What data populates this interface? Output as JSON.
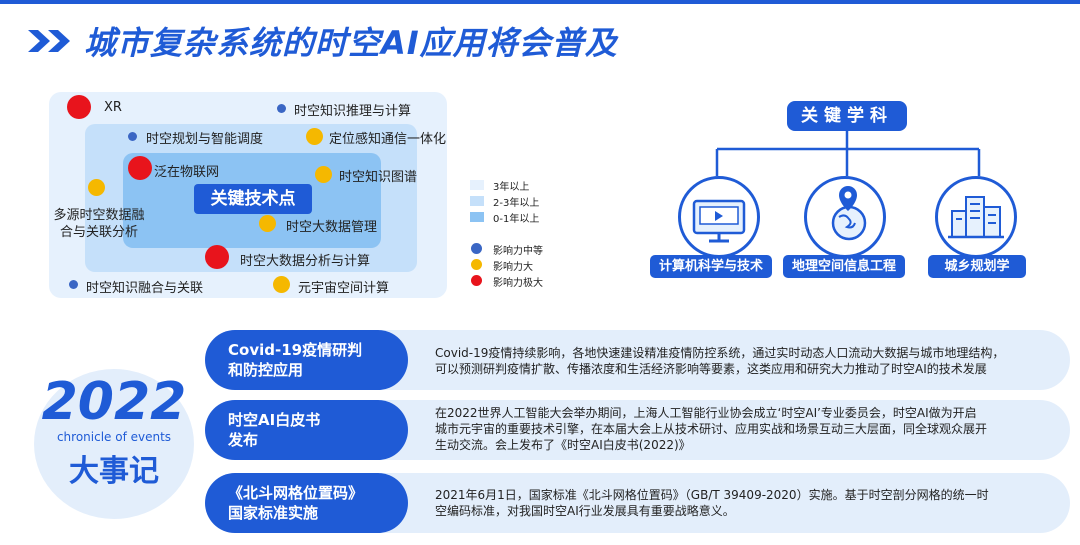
{
  "page_title": "城市复杂系统的时空AI应用将会普及",
  "tech": {
    "center": "关键技术点",
    "items": [
      {
        "label": "XR",
        "impact": "极大"
      },
      {
        "label": "时空知识推理与计算",
        "impact": "中等"
      },
      {
        "label": "时空规划与智能调度",
        "impact": "中等"
      },
      {
        "label": "定位感知通信一体化",
        "impact": "大"
      },
      {
        "label": "泛在物联网",
        "impact": "极大"
      },
      {
        "label": "时空知识图谱",
        "impact": "大"
      },
      {
        "label": "多源时空数据融合与关联分析",
        "impact": "大"
      },
      {
        "label": "时空大数据管理",
        "impact": "大"
      },
      {
        "label": "时空大数据分析与计算",
        "impact": "极大"
      },
      {
        "label": "时空知识融合与关联",
        "impact": "中等"
      },
      {
        "label": "元宇宙空间计算",
        "impact": "大"
      }
    ],
    "multiline_label": [
      "多源时空数据融",
      "合与关联分析"
    ]
  },
  "legend": {
    "rings": [
      {
        "label": "3年以上",
        "color": "#e6f1fd"
      },
      {
        "label": "2-3年以上",
        "color": "#c5e0fa"
      },
      {
        "label": "0-1年以上",
        "color": "#8cc3f3"
      }
    ],
    "impact": [
      {
        "label": "影响力中等",
        "color": "#3a66c4"
      },
      {
        "label": "影响力大",
        "color": "#f5b800"
      },
      {
        "label": "影响力极大",
        "color": "#e8141c"
      }
    ]
  },
  "disciplines": {
    "title": "关键学科",
    "items": [
      {
        "label": "计算机科学与技术",
        "icon": "computer-icon"
      },
      {
        "label": "地理空间信息工程",
        "icon": "globe-location-icon"
      },
      {
        "label": "城乡规划学",
        "icon": "city-buildings-icon"
      }
    ]
  },
  "events": {
    "year": "2022",
    "subtitle": "chronicle of events",
    "label": "大事记",
    "rows": [
      {
        "tag": [
          "Covid-19疫情研判",
          "和防控应用"
        ],
        "text": [
          "Covid-19疫情持续影响，各地快速建设精准疫情防控系统，通过实时动态人口流动大数据与城市地理结构，",
          "可以预测研判疫情扩散、传播浓度和生活经济影响等要素，这类应用和研究大力推动了时空AI的技术发展"
        ]
      },
      {
        "tag": [
          "时空AI白皮书",
          "发布"
        ],
        "text": [
          "在2022世界人工智能大会举办期间，上海人工智能行业协会成立‘时空AI’专业委员会，时空AI做为开启",
          "城市元宇宙的重要技术引擎，在本届大会上从技术研讨、应用实战和场景互动三大层面，同全球观众展开",
          "生动交流。会上发布了《时空AI白皮书(2022)》"
        ]
      },
      {
        "tag": [
          "《北斗网格位置码》",
          "国家标准实施"
        ],
        "text": [
          "2021年6月1日，国家标准《北斗网格位置码》（GB/T 39409-2020）实施。基于时空剖分网格的统一时",
          "空编码标准，对我国时空AI行业发展具有重要战略意义。"
        ]
      }
    ]
  },
  "colors": {
    "brand": "#1f5bd6"
  }
}
